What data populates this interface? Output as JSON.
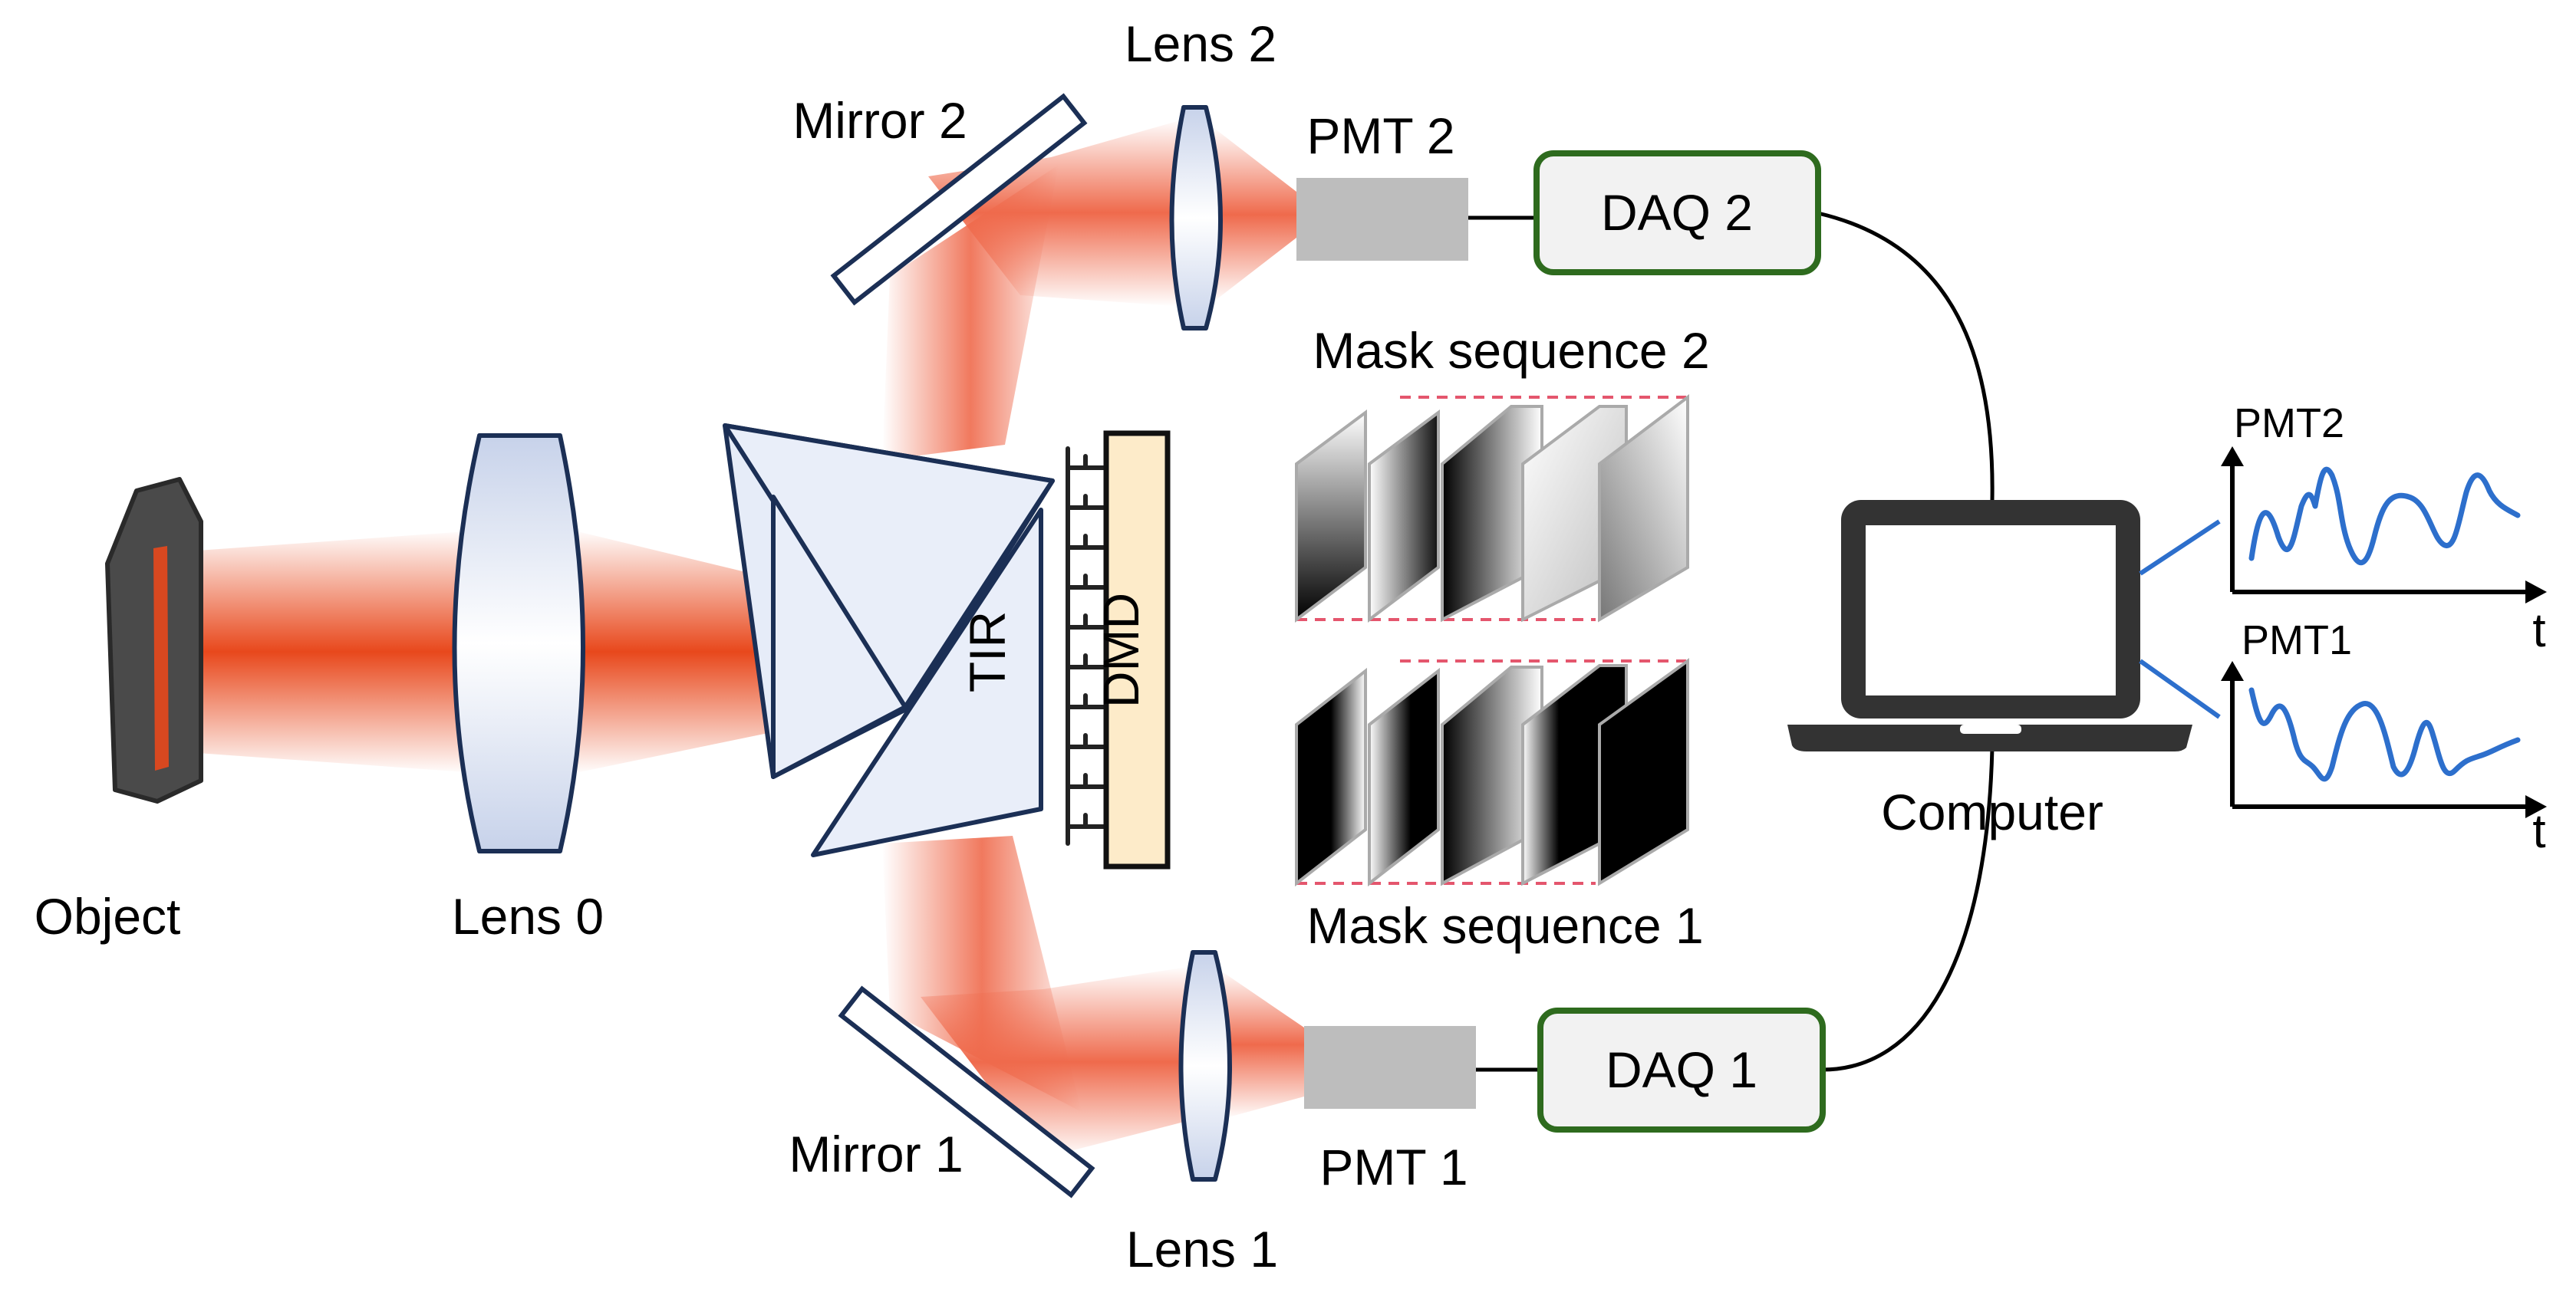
{
  "labels": {
    "object": "Object",
    "lens0": "Lens 0",
    "lens1": "Lens 1",
    "lens2": "Lens 2",
    "mirror1": "Mirror 1",
    "mirror2": "Mirror 2",
    "pmt1": "PMT 1",
    "pmt2": "PMT 2",
    "daq1": "DAQ 1",
    "daq2": "DAQ 2",
    "tir": "TIR",
    "dmd": "DMD",
    "mask_seq_1": "Mask sequence 1",
    "mask_seq_2": "Mask sequence 2",
    "computer": "Computer",
    "plot_pmt2": "PMT2",
    "plot_pmt1": "PMT1",
    "time_axis": "t"
  },
  "colors": {
    "beam": "#e8481c",
    "optic_outline": "#1b2f55",
    "lens_fill": "#dfe6f4",
    "prism_fill": "#e6ecf8",
    "dmd_fill": "#fdebc9",
    "pmt_fill": "#bdbdbd",
    "daq_border": "#2e6b1e",
    "daq_fill": "#f2f2f2",
    "signal_line": "#2d6fcc",
    "laptop": "#333333",
    "mask_guide": "#e4566d"
  },
  "icons": {
    "object": "object-slide-icon",
    "computer": "laptop-icon"
  }
}
